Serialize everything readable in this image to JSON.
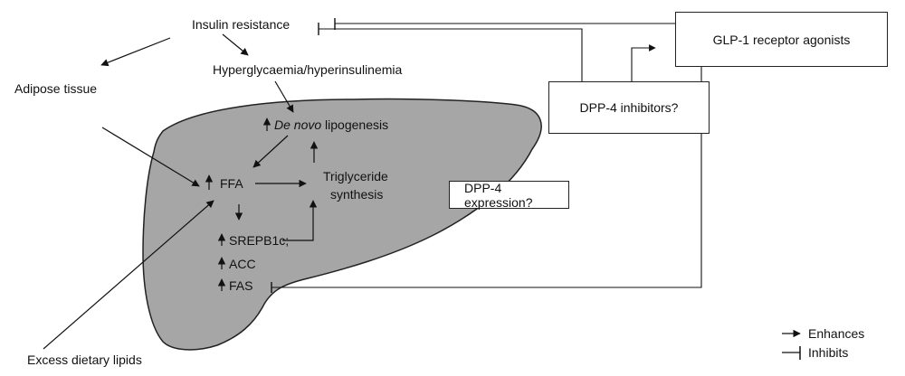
{
  "diagram": {
    "nodes": {
      "insulin_resistance": "Insulin resistance",
      "hyperglycaemia": "Hyperglycaemia/hyperinsulinemia",
      "adipose_tissue": "Adipose tissue",
      "de_novo_italic": "De novo",
      "de_novo_rest": " lipogenesis",
      "ffa": "FFA",
      "triglyceride_line1": "Triglyceride",
      "triglyceride_line2": "synthesis",
      "srebp": "SREPB1c;",
      "acc": "ACC",
      "fas": "FAS",
      "dpp4_expression": "DPP-4 expression?",
      "excess_lipids": "Excess dietary lipids",
      "dpp4_inhibitors": "DPP-4 inhibitors?",
      "glp1_agonists": "GLP-1 receptor agonists"
    },
    "legend": {
      "enhances": "Enhances",
      "inhibits": "Inhibits"
    }
  }
}
